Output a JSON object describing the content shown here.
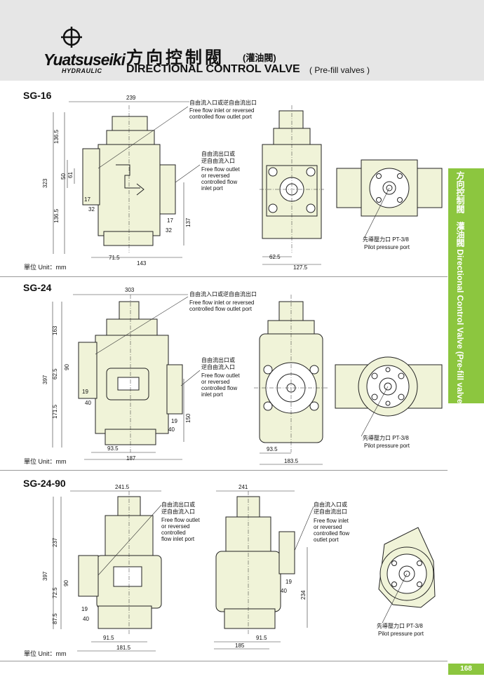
{
  "header": {
    "logo_word": "Yuatsuseiki",
    "logo_sub": "HYDRAULIC",
    "title_zh": "方向控制閥",
    "title_zh_sub": "(灌油閥)",
    "title_en": "DIRECTIONAL CONTROL VALVE",
    "title_en_sub": "( Pre-fill valves )"
  },
  "sidebar": {
    "text": "方向控制閥　灌油閥 Directional Control Valve (Pre-fill valves)"
  },
  "page_number": "168",
  "colors": {
    "accent": "#8cc63f",
    "body_fill": "#f0f3d8",
    "header_bg": "#e6e6e6"
  },
  "sections": [
    {
      "name": "SG-16",
      "unit": "單位 Unit：mm",
      "dims": {
        "top_width": "239",
        "h1": "136.5",
        "total": "323",
        "mid": "50",
        "port": "61",
        "d17": "17",
        "d32": "32",
        "low": "136.5",
        "d71": "71.5",
        "d143": "143",
        "r17": "17",
        "r32": "32",
        "h137": "137",
        "f62": "62.5",
        "f127": "127.5"
      },
      "callout_inlet_zh": "自由流入口或逆自由流出口",
      "callout_inlet_en1": "Free flow inlet or reversed",
      "callout_inlet_en2": "controlled flow outlet port",
      "callout_outlet_zh1": "自由流出口或",
      "callout_outlet_zh2": "逆自由流入口",
      "callout_outlet_en": [
        "Free flow outlet",
        "or reversed",
        "controlled flow",
        "inlet port"
      ],
      "pilot_zh": "先導壓力口 PT-3/8",
      "pilot_en": "Pilot pressure port"
    },
    {
      "name": "SG-24",
      "unit": "單位 Unit：mm",
      "dims": {
        "top_width": "303",
        "h1": "163",
        "total": "397",
        "mid": "62.5",
        "port": "90",
        "d19": "19",
        "d40": "40",
        "low": "171.5",
        "d93": "93.5",
        "d187": "187",
        "r19": "19",
        "r40": "40",
        "h150": "150",
        "f93": "93.5",
        "f183": "183.5"
      },
      "callout_inlet_zh": "自由流入口或逆自由流出口",
      "callout_inlet_en1": "Free flow inlet or reversed",
      "callout_inlet_en2": "controlled flow outlet port",
      "callout_outlet_zh1": "自由流出口或",
      "callout_outlet_zh2": "逆自由流入口",
      "callout_outlet_en": [
        "Free flow outlet",
        "or reversed",
        "controlled flow",
        "inlet port"
      ],
      "pilot_zh": "先導壓力口 PT-3/8",
      "pilot_en": "Pilot pressure port"
    },
    {
      "name": "SG-24-90",
      "unit": "單位 Unit：mm",
      "dims": {
        "top_width": "241.5",
        "h1": "237",
        "total": "397",
        "port": "90",
        "mid": "72.5",
        "low": "87.5",
        "d19": "19",
        "d40": "40",
        "d91": "91.5",
        "d181": "181.5",
        "top2": "241",
        "r19": "19",
        "r40": "40",
        "h234": "234",
        "f91": "91.5",
        "f185": "185"
      },
      "callout_a_zh1": "自由流出口或",
      "callout_a_zh2": "逆自由流入口",
      "callout_a_en": [
        "Free flow outlet",
        "or reversed",
        "controlled",
        "flow inlet port"
      ],
      "callout_b_zh1": "自由流入口或",
      "callout_b_zh2": "逆自由流出口",
      "callout_b_en": [
        "Free flow inlet",
        "or reversed",
        "controlled flow",
        "outlet port"
      ],
      "pilot_zh": "先導壓力口 PT-3/8",
      "pilot_en": "Pilot pressure port"
    }
  ]
}
